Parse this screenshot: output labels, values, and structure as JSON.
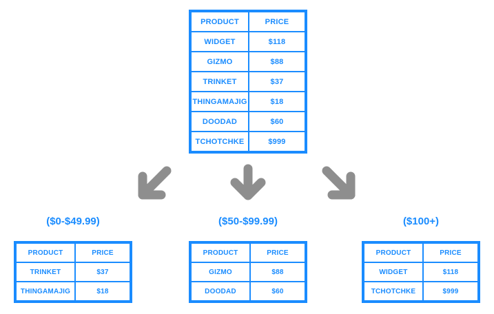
{
  "diagram": {
    "title_text": "",
    "accent_color": "#1a8cff",
    "arrow_color": "#8e8e8e",
    "background_color": "#ffffff"
  },
  "source_table": {
    "name": "source-product-price-table",
    "columns": [
      "PRODUCT",
      "PRICE"
    ],
    "rows": [
      {
        "product": "WIDGET",
        "price": "$118"
      },
      {
        "product": "GIZMO",
        "price": "$88"
      },
      {
        "product": "TRINKET",
        "price": "$37"
      },
      {
        "product": "THINGAMAJIG",
        "price": "$18"
      },
      {
        "product": "DOODAD",
        "price": "$60"
      },
      {
        "product": "TCHOTCHKE",
        "price": "$999"
      }
    ]
  },
  "arrows": [
    {
      "name": "arrow-down-left",
      "direction": "down-left",
      "glyph": "↙"
    },
    {
      "name": "arrow-down",
      "direction": "down",
      "glyph": "↓"
    },
    {
      "name": "arrow-down-right",
      "direction": "down-right",
      "glyph": "↘"
    }
  ],
  "buckets": [
    {
      "label": "($0-$49.99)",
      "columns": [
        "PRODUCT",
        "PRICE"
      ],
      "rows": [
        {
          "product": "TRINKET",
          "price": "$37"
        },
        {
          "product": "THINGAMAJIG",
          "price": "$18"
        }
      ]
    },
    {
      "label": "($50-$99.99)",
      "columns": [
        "PRODUCT",
        "PRICE"
      ],
      "rows": [
        {
          "product": "GIZMO",
          "price": "$88"
        },
        {
          "product": "DOODAD",
          "price": "$60"
        }
      ]
    },
    {
      "label": "($100+)",
      "columns": [
        "PRODUCT",
        "PRICE"
      ],
      "rows": [
        {
          "product": "WIDGET",
          "price": "$118"
        },
        {
          "product": "TCHOTCHKE",
          "price": "$999"
        }
      ]
    }
  ]
}
